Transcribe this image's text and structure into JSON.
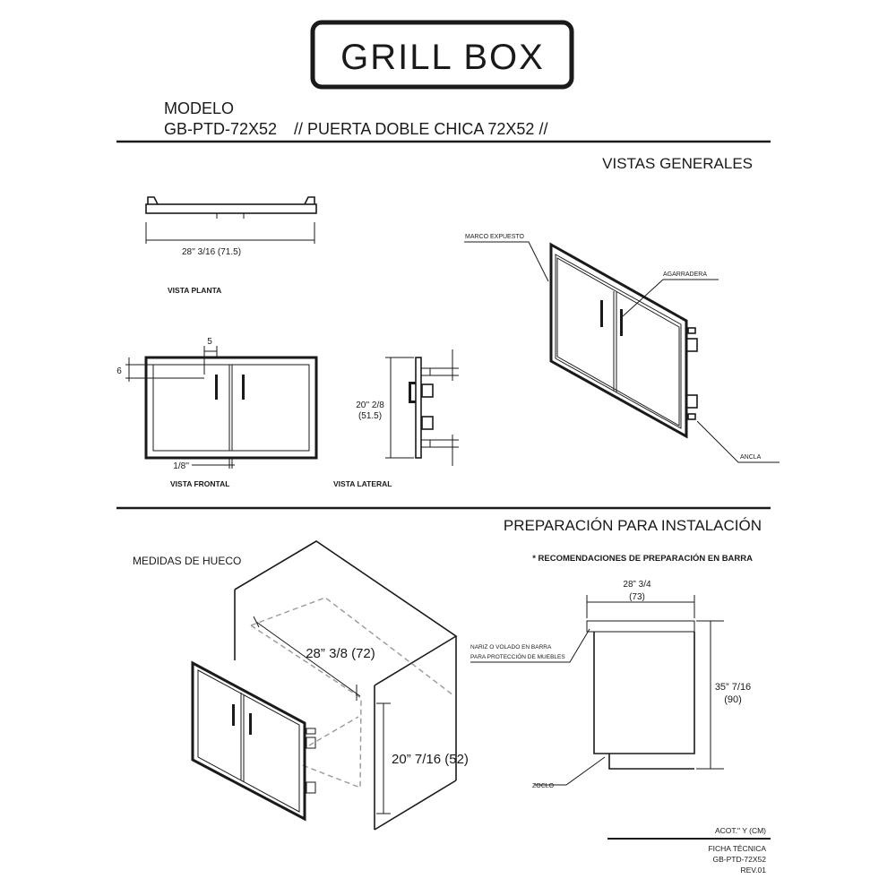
{
  "brand": {
    "logo_text": "GRILL BOX"
  },
  "header": {
    "model_label": "MODELO",
    "model_code": "GB-PTD-72X52",
    "model_description": "// PUERTA DOBLE CHICA 72X52 //"
  },
  "section_views": {
    "title": "VISTAS GENERALES",
    "plan_view": {
      "label": "VISTA PLANTA",
      "width_dim": "28'' 3/16 (71.5)"
    },
    "front_view": {
      "label": "VISTA FRONTAL",
      "dim_top": "5",
      "dim_left": "6",
      "dim_bottom": "1/8''"
    },
    "side_view": {
      "label": "VISTA LATERAL",
      "height_dim_line1": "20'' 2/8",
      "height_dim_line2": "(51.5)"
    },
    "iso_view": {
      "label_frame": "MARCO EXPUESTO",
      "label_handle": "AGARRADERA",
      "label_anchor": "ANCLA"
    }
  },
  "section_install": {
    "title": "PREPARACIÓN PARA INSTALACIÓN",
    "cutout_title": "MEDIDAS DE HUECO",
    "cutout_width": "28” 3/8 (72)",
    "cutout_height": "20”  7/16 (52)",
    "recommend_title": "* RECOMENDACIONES DE PREPARACIÓN EN BARRA",
    "bar_width_line1": "28” 3/4",
    "bar_width_line2": "(73)",
    "bar_height_line1": "35” 7/16",
    "bar_height_line2": "(90)",
    "nose_note_line1": "NARIZ O VOLADO EN BARRA",
    "nose_note_line2": "PARA PROTECCIÓN DE MUEBLES",
    "plinth_label": "ZOCLO"
  },
  "footer": {
    "units": "ACOT.\" Y (CM)",
    "sheet_line1": "FICHA TÉCNICA",
    "sheet_line2": "GB-PTD-72X52",
    "sheet_line3": "REV.01"
  }
}
